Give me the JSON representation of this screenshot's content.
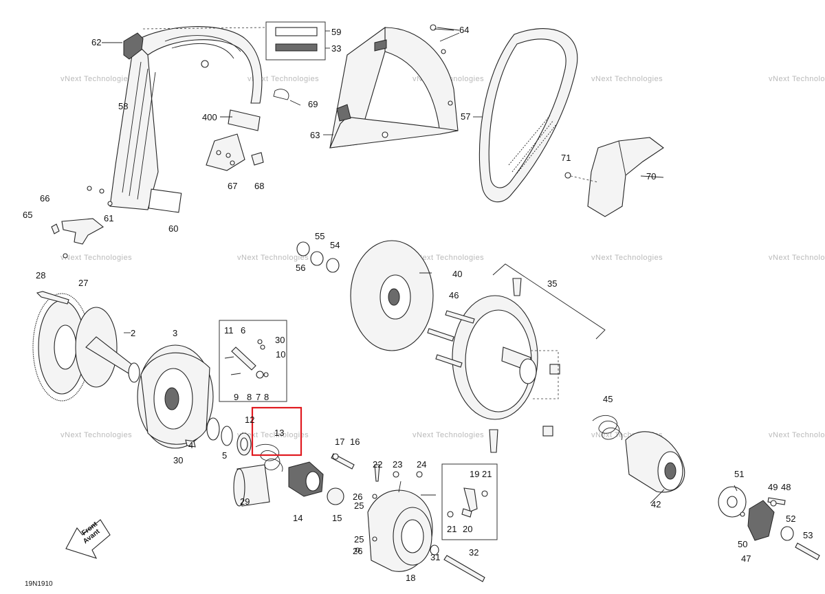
{
  "diagram": {
    "drawing_code": "19N1910",
    "watermark": "vNext Technologies",
    "front_label_line1": "Front",
    "front_label_line2": "Avant",
    "highlight_color": "#e0191f",
    "highlighted_part": "13",
    "callouts": [
      "2",
      "3",
      "4",
      "5",
      "6",
      "7",
      "8",
      "8",
      "9",
      "10",
      "11",
      "12",
      "13",
      "14",
      "15",
      "16",
      "17",
      "18",
      "19",
      "20",
      "21",
      "21",
      "22",
      "23",
      "24",
      "25",
      "25",
      "26",
      "26",
      "27",
      "28",
      "29",
      "30",
      "30",
      "31",
      "32",
      "33",
      "35",
      "40",
      "42",
      "45",
      "46",
      "47",
      "48",
      "49",
      "50",
      "51",
      "52",
      "53",
      "54",
      "55",
      "56",
      "57",
      "58",
      "59",
      "60",
      "61",
      "62",
      "63",
      "64",
      "65",
      "66",
      "67",
      "68",
      "69",
      "70",
      "71",
      "400"
    ]
  }
}
